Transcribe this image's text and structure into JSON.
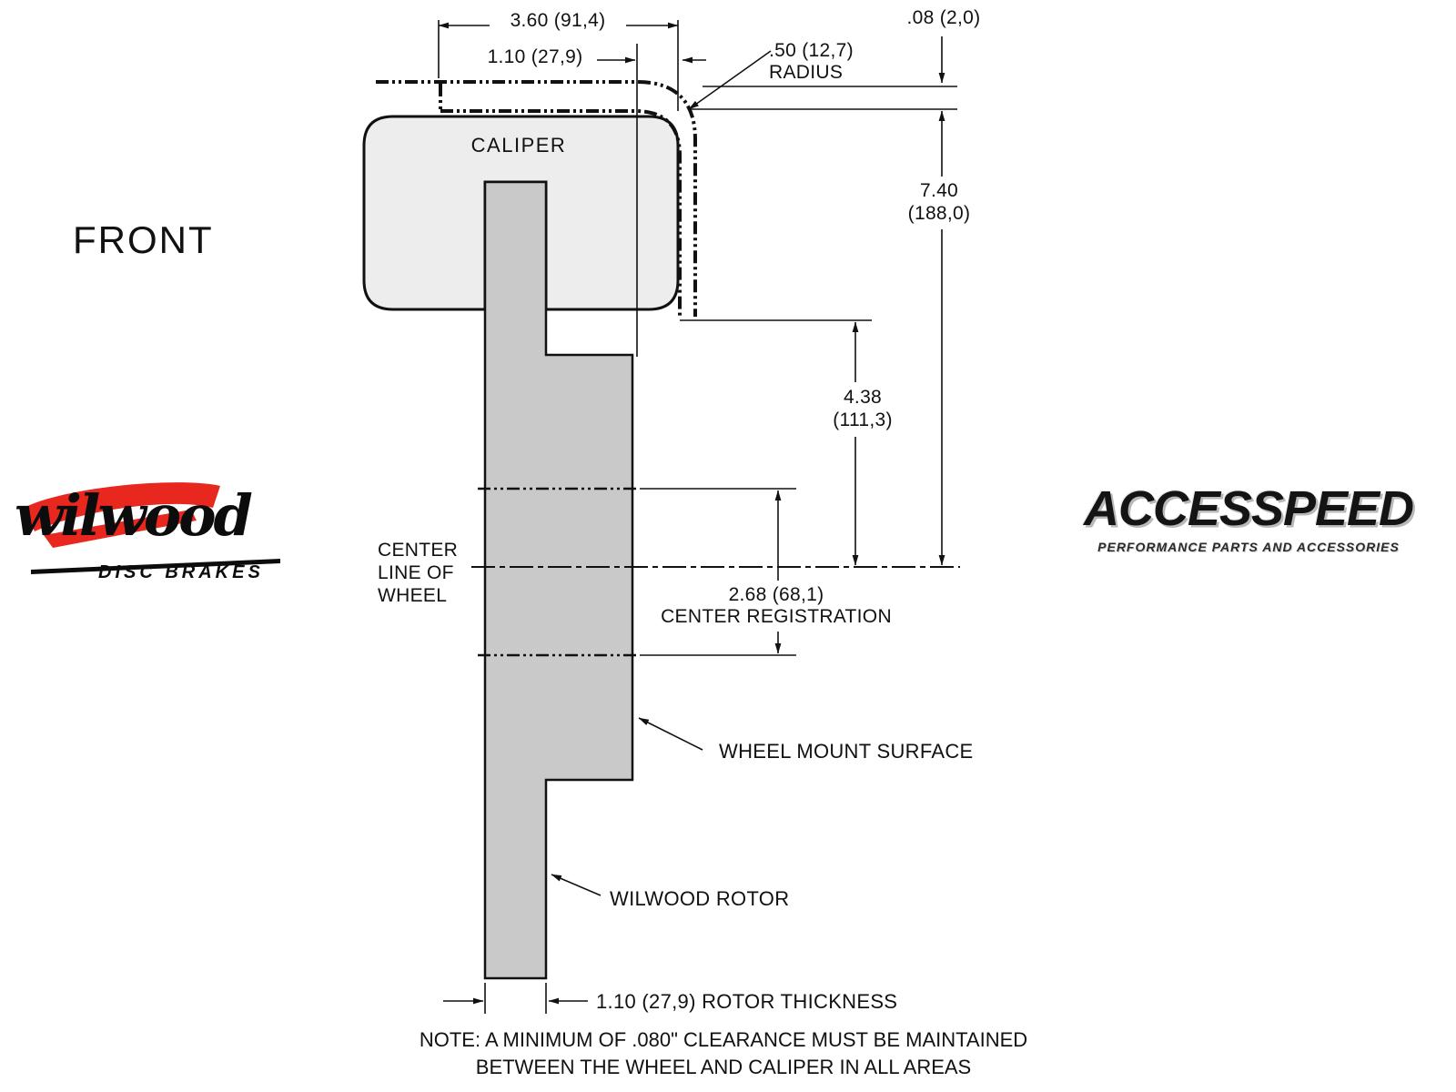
{
  "diagram": {
    "front_label": "FRONT",
    "caliper_label": "CALIPER",
    "dims": {
      "width_overall": "3.60 (91,4)",
      "offset_top": "1.10 (27,9)",
      "radius_value": ".50 (12,7)",
      "radius_word": "RADIUS",
      "clearance": ".08 (2,0)",
      "height_total_in": "7.40",
      "height_total_mm": "(188,0)",
      "height_caliper_in": "4.38",
      "height_caliper_mm": "(111,3)",
      "center_reg_value": "2.68 (68,1)",
      "center_reg_label": "CENTER REGISTRATION",
      "rotor_thickness": "1.10 (27,9) ROTOR THICKNESS"
    },
    "callouts": {
      "center_line_1": "CENTER",
      "center_line_2": "LINE OF",
      "center_line_3": "WHEEL",
      "wheel_mount": "WHEEL MOUNT SURFACE",
      "rotor": "WILWOOD ROTOR"
    },
    "note_line1": "NOTE: A MINIMUM OF .080\" CLEARANCE MUST BE MAINTAINED",
    "note_line2": "BETWEEN THE WHEEL AND CALIPER IN ALL AREAS"
  },
  "logos": {
    "wilwood": {
      "script": "wilwood",
      "tagline": "DISC BRAKES"
    },
    "accesspeed": {
      "name": "ACCESSPEED",
      "tagline": "PERFORMANCE PARTS AND ACCESSORIES"
    }
  },
  "colors": {
    "background": "#ffffff",
    "line": "#111111",
    "rotor_fill": "#c9c9c9",
    "caliper_fill": "#ededed",
    "wilwood_red": "#e8271f"
  }
}
